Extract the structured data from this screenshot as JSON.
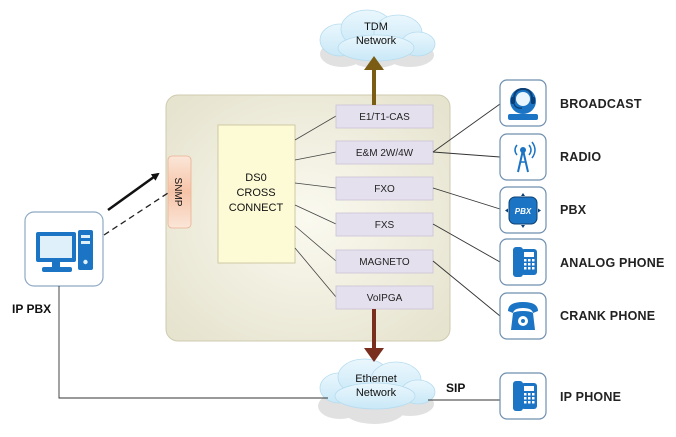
{
  "clouds": {
    "tdm": {
      "line1": "TDM",
      "line2": "Network"
    },
    "ethernet": {
      "line1": "Ethernet",
      "line2": "Network"
    }
  },
  "main_unit": {
    "cross_connect": {
      "line1": "DS0",
      "line2": "CROSS",
      "line3": "CONNECT"
    },
    "snmp_label": "SNMP",
    "modules": [
      "E1/T1-CAS",
      "E&M 2W/4W",
      "FXO",
      "FXS",
      "MAGNETO",
      "VoIPGA"
    ]
  },
  "left": {
    "ip_pbx_label": "IP PBX",
    "icon": "computer-icon"
  },
  "right_endpoints": [
    {
      "label": "BROADCAST",
      "icon": "helpdesk-headset-icon"
    },
    {
      "label": "RADIO",
      "icon": "radio-antenna-icon"
    },
    {
      "label": "PBX",
      "icon": "pbx-icon"
    },
    {
      "label": "ANALOG PHONE",
      "icon": "analog-phone-icon"
    },
    {
      "label": "CRANK PHONE",
      "icon": "crank-phone-icon"
    }
  ],
  "ip_phone": {
    "label": "IP PHONE",
    "sip_label": "SIP",
    "icon": "ip-phone-icon"
  },
  "colors": {
    "tdm_arrow": "#7a5c14",
    "ethernet_arrow": "#7a2e1e",
    "icon_blue": "#1b74c4",
    "module_fill": "#e6e1ee",
    "unit_bg": "#eeecd9",
    "cross_connect_fill": "#fdfbd8",
    "snmp_fill": "#f8cfb8"
  }
}
